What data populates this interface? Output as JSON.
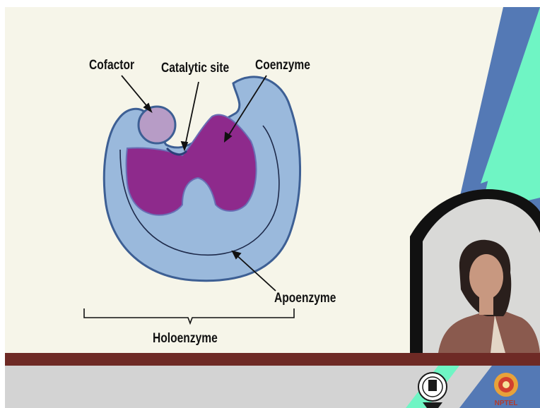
{
  "diagram": {
    "labels": {
      "cofactor": "Cofactor",
      "catalytic_site": "Catalytic site",
      "coenzyme": "Coenzyme",
      "apoenzyme": "Apoenzyme",
      "holoenzyme": "Holoenzyme"
    }
  },
  "colors": {
    "slide_background": "#f6f5e9",
    "apoenzyme_fill": "#9ab9dc",
    "apoenzyme_outline": "#3d5f94",
    "coenzyme_fill": "#8e2a8c",
    "cofactor_fill": "#b79cc6",
    "accent_blue": "#5479b5",
    "accent_mint": "#6ff5c4",
    "bottom_bar": "#6e2a25",
    "footer": "#d3d3d3"
  },
  "logos": {
    "left": "iit-kharagpur-logo",
    "right": "nptel-logo",
    "right_text": "NPTEL"
  }
}
